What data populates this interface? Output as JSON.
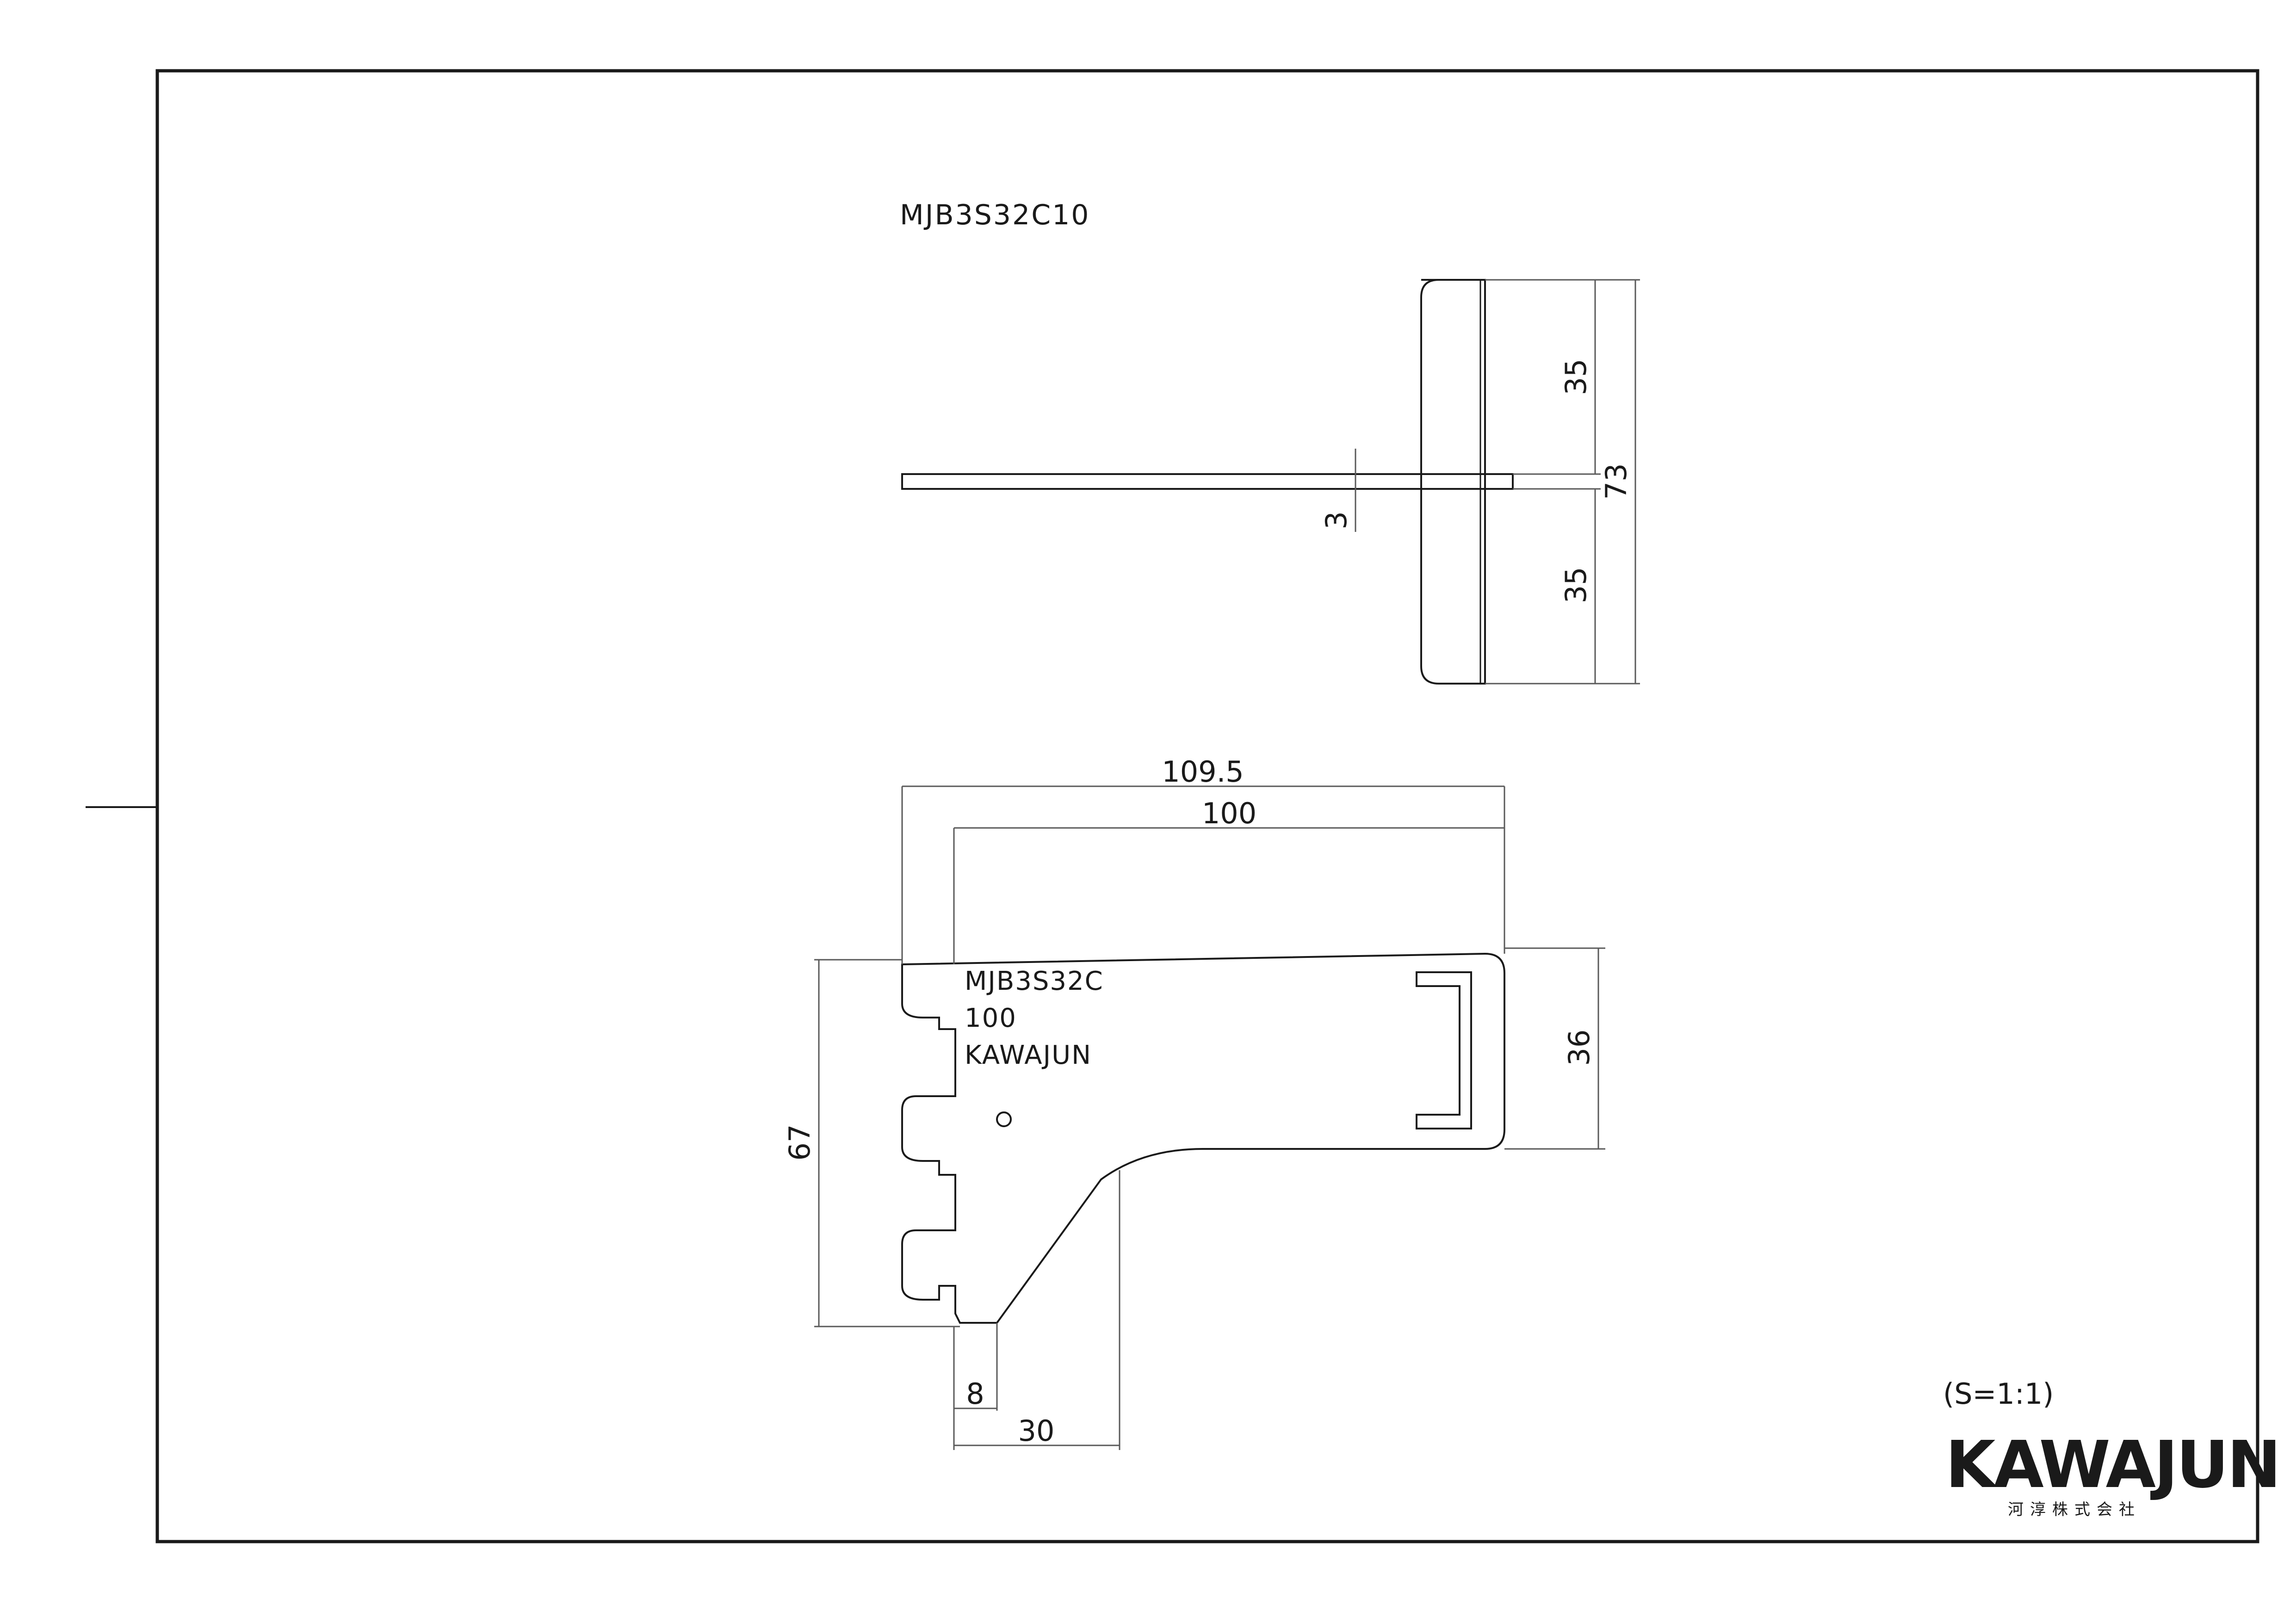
{
  "drawing": {
    "title_top": "MJB3S32C10",
    "scale": "(S=1:1)",
    "engraving": [
      "MJB3S32C",
      "100",
      "KAWAJUN"
    ],
    "logo": "KAWAJUN",
    "company": "河淳株式会社"
  },
  "dimensions": {
    "total_length": "109.5",
    "arm_length": "100",
    "height": "67",
    "front_height": "36",
    "toe": "8",
    "foot_width": "30",
    "thickness": "3",
    "half_width_upper": "35",
    "half_width_lower": "35",
    "total_width": "73"
  }
}
